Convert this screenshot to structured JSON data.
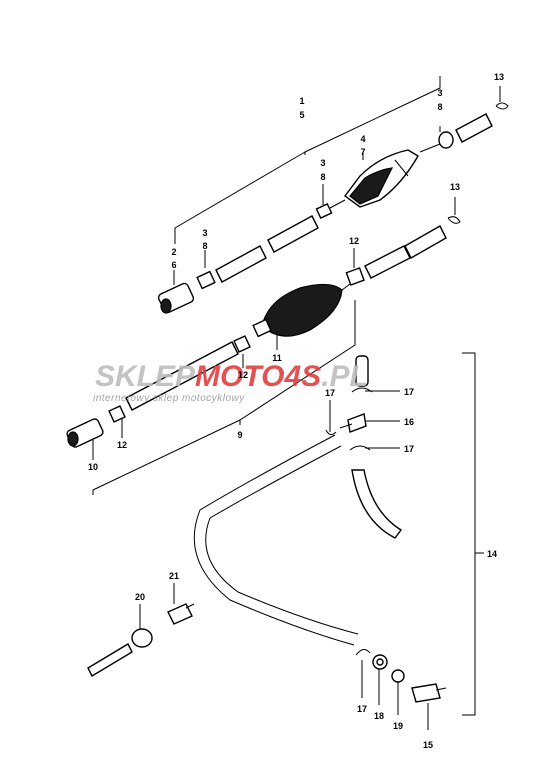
{
  "watermark": {
    "part1": "SKLEP",
    "part2": "MOTO",
    "part3": "4S",
    "part4": ".PL",
    "subtitle": "internetowy sklep motocyklowy",
    "color_gray": "#bdbdbd",
    "color_red": "#e04040"
  },
  "callouts": {
    "c1": "1",
    "c5": "5",
    "c3a": "3",
    "c8a": "8",
    "c13a": "13",
    "c4": "4",
    "c7": "7",
    "c3b": "3",
    "c8b": "8",
    "c13b": "13",
    "c2": "2",
    "c6": "6",
    "c3c": "3",
    "c8c": "8",
    "c12a": "12",
    "c11": "11",
    "c12b": "12",
    "c12c": "12",
    "c9": "9",
    "c10": "10",
    "c17a": "17",
    "c17b": "17",
    "c16": "16",
    "c17c": "17",
    "c14": "14",
    "c21": "21",
    "c20": "20",
    "c17d": "17",
    "c18": "18",
    "c19": "19",
    "c15": "15"
  }
}
